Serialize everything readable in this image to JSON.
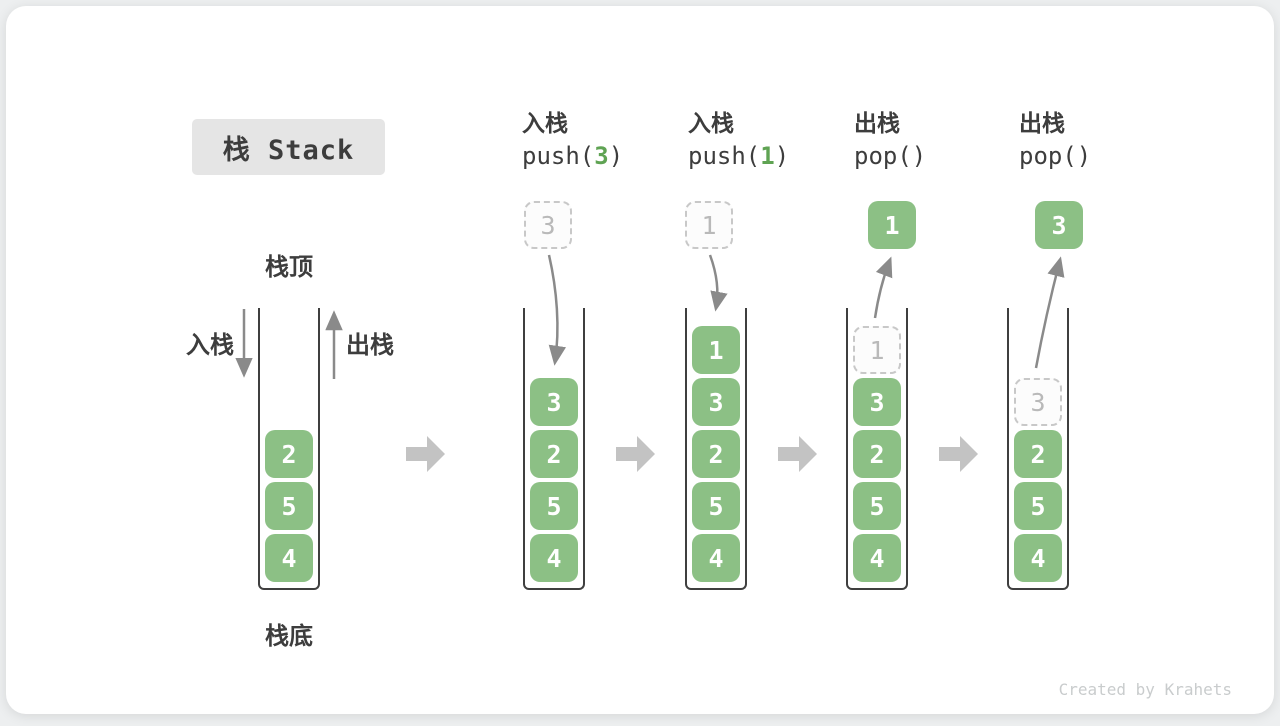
{
  "title": {
    "label": "栈 Stack"
  },
  "legend": {
    "stack_top": "栈顶",
    "stack_bottom": "栈底",
    "push_side": "入栈",
    "pop_side": "出栈"
  },
  "operations": [
    {
      "word": "入栈",
      "code_before": "push(",
      "arg": "3",
      "code_after": ")"
    },
    {
      "word": "入栈",
      "code_before": "push(",
      "arg": "1",
      "code_after": ")"
    },
    {
      "word": "出栈",
      "code_before": "pop(",
      "arg": "",
      "code_after": ")"
    },
    {
      "word": "出栈",
      "code_before": "pop(",
      "arg": "",
      "code_after": ")"
    }
  ],
  "floating_cells": [
    {
      "value": "3",
      "type": "ghost"
    },
    {
      "value": "1",
      "type": "ghost"
    },
    {
      "value": "1",
      "type": "solid"
    },
    {
      "value": "3",
      "type": "solid"
    }
  ],
  "stacks": [
    {
      "items": [
        {
          "value": "2",
          "row": 2,
          "type": "solid"
        },
        {
          "value": "5",
          "row": 3,
          "type": "solid"
        },
        {
          "value": "4",
          "row": 4,
          "type": "solid"
        }
      ]
    },
    {
      "items": [
        {
          "value": "3",
          "row": 1,
          "type": "solid"
        },
        {
          "value": "2",
          "row": 2,
          "type": "solid"
        },
        {
          "value": "5",
          "row": 3,
          "type": "solid"
        },
        {
          "value": "4",
          "row": 4,
          "type": "solid"
        }
      ]
    },
    {
      "items": [
        {
          "value": "1",
          "row": 0,
          "type": "solid"
        },
        {
          "value": "3",
          "row": 1,
          "type": "solid"
        },
        {
          "value": "2",
          "row": 2,
          "type": "solid"
        },
        {
          "value": "5",
          "row": 3,
          "type": "solid"
        },
        {
          "value": "4",
          "row": 4,
          "type": "solid"
        }
      ]
    },
    {
      "items": [
        {
          "value": "1",
          "row": 0,
          "type": "ghost"
        },
        {
          "value": "3",
          "row": 1,
          "type": "solid"
        },
        {
          "value": "2",
          "row": 2,
          "type": "solid"
        },
        {
          "value": "5",
          "row": 3,
          "type": "solid"
        },
        {
          "value": "4",
          "row": 4,
          "type": "solid"
        }
      ]
    },
    {
      "items": [
        {
          "value": "3",
          "row": 1,
          "type": "ghost"
        },
        {
          "value": "2",
          "row": 2,
          "type": "solid"
        },
        {
          "value": "5",
          "row": 3,
          "type": "solid"
        },
        {
          "value": "4",
          "row": 4,
          "type": "solid"
        }
      ]
    }
  ],
  "colors": {
    "cell_green": "#8cc085",
    "arg_green": "#5fa353",
    "ghost_border": "#c8c8c8",
    "ghost_text": "#b9b9b9",
    "container_stroke": "#3f3f3f",
    "flow_arrow": "#8a8a8a",
    "step_arrow": "#c3c3c3",
    "text_dark": "#3d3d3d",
    "title_bg": "#e5e5e5",
    "card_bg": "#ffffff"
  },
  "watermark": "Created by Krahets"
}
